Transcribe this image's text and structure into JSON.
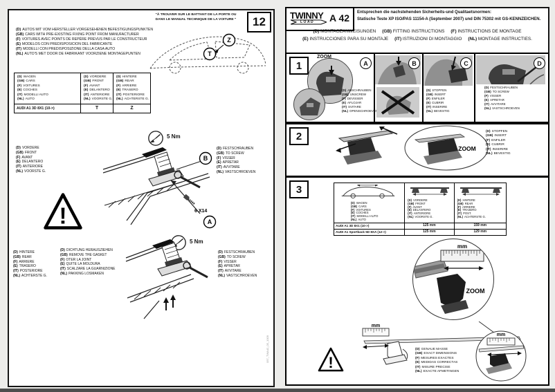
{
  "left_page": {
    "page_num": "12",
    "note": [
      "\"À TROUVER SUR LE BATTANT DE LA PORTE OU",
      "DANS LE MANUAL TECHNIQUE DE LA VOITURE \""
    ],
    "fixing_points": [
      {
        "l": "(D)",
        "t": "AUTOS MIT VOM HERSTELLER VORGESEHENEN BEFESTIGUNGSPUNKTEN"
      },
      {
        "l": "(GB)",
        "t": "CARS WITH PRE-EXISTING FIXING POINT FROM MANUFACTURER"
      },
      {
        "l": "(F)",
        "t": "VOITURES AVEC POINTS DE REPÈRE PREVUS PAR LE CONSTRUCTEUR"
      },
      {
        "l": "(E)",
        "t": "MODELOS CON PREDISPOSICION DEL FABRICANTE"
      },
      {
        "l": "(IT)",
        "t": "MODELLI CON PREDISPOSIZIONE DELLA CASA AUTO"
      },
      {
        "l": "(NL)",
        "t": "AUTO'S MET DOOR DE FABRIKANT VOORZIENE MONTAGEPUNTEN"
      }
    ],
    "marker_z": "Z",
    "marker_t": "T",
    "marker_a": "A",
    "marker_b": "B",
    "table": {
      "cars": [
        {
          "l": "(D)",
          "t": "WAGEN"
        },
        {
          "l": "(GB)",
          "t": "CARS"
        },
        {
          "l": "(F)",
          "t": "VOITURES"
        },
        {
          "l": "(E)",
          "t": "COCHES"
        },
        {
          "l": "(IT)",
          "t": "MODELLI AUTO"
        },
        {
          "l": "(NL)",
          "t": "AUTO"
        }
      ],
      "front": [
        {
          "l": "(D)",
          "t": "VORDERE"
        },
        {
          "l": "(GB)",
          "t": "FRONT"
        },
        {
          "l": "(F)",
          "t": "AVANT"
        },
        {
          "l": "(E)",
          "t": "DELANTERO"
        },
        {
          "l": "(IT)",
          "t": "ANTERIORE"
        },
        {
          "l": "(NL)",
          "t": "VOORSTE G."
        }
      ],
      "rear": [
        {
          "l": "(D)",
          "t": "HINTERE"
        },
        {
          "l": "(GB)",
          "t": "REAR"
        },
        {
          "l": "(F)",
          "t": "ARRIERE"
        },
        {
          "l": "(E)",
          "t": "TRASERO"
        },
        {
          "l": "(IT)",
          "t": "POSTERIORE"
        },
        {
          "l": "(NL)",
          "t": "ACHTERSTE G."
        }
      ],
      "row_model": "AUDI A1 3D 8X1  (10->)",
      "row_front": "T",
      "row_rear": "Z"
    },
    "front_label": [
      {
        "l": "(D)",
        "t": "VORDERE"
      },
      {
        "l": "(GB)",
        "t": "FRONT"
      },
      {
        "l": "(F)",
        "t": "AVANT"
      },
      {
        "l": "(E)",
        "t": "DELANTERO"
      },
      {
        "l": "(IT)",
        "t": "ANTERIORE"
      },
      {
        "l": "(NL)",
        "t": "VOORSTE G."
      }
    ],
    "torque": "5 Nm",
    "screw_size": "6 X14",
    "screw_front": [
      {
        "l": "(D)",
        "t": "FESTSCHRAUBEN"
      },
      {
        "l": "(GB)",
        "t": "TO SCREW"
      },
      {
        "l": "(F)",
        "t": "VISSER"
      },
      {
        "l": "(E)",
        "t": "APRETAR"
      },
      {
        "l": "(IT)",
        "t": "AVVITARE"
      },
      {
        "l": "(NL)",
        "t": "VASTSCHROEVEN"
      }
    ],
    "rear_label": [
      {
        "l": "(D)",
        "t": "HINTERE"
      },
      {
        "l": "(GB)",
        "t": "REAR"
      },
      {
        "l": "(F)",
        "t": "ARRIERE"
      },
      {
        "l": "(E)",
        "t": "TRASERO"
      },
      {
        "l": "(IT)",
        "t": "POSTERIORE"
      },
      {
        "l": "(NL)",
        "t": "ACHTERSTE G."
      }
    ],
    "gasket": [
      {
        "l": "(D)",
        "t": "DICHTUNG HERAUSZIEHEN"
      },
      {
        "l": "(GB)",
        "t": "REMOVE THE GASKET"
      },
      {
        "l": "(F)",
        "t": "OTER LA JOINT"
      },
      {
        "l": "(E)",
        "t": "QUITE LA MOLDURA"
      },
      {
        "l": "(IT)",
        "t": "SCALZARE LA GUARNIZIONE"
      },
      {
        "l": "(NL)",
        "t": "PAKKING LOSMAKEN"
      }
    ],
    "screw_rear": [
      {
        "l": "(D)",
        "t": "FESTSCHRAUBEN"
      },
      {
        "l": "(GB)",
        "t": "TO SCREW"
      },
      {
        "l": "(F)",
        "t": "VISSER"
      },
      {
        "l": "(E)",
        "t": "APRETAR"
      },
      {
        "l": "(IT)",
        "t": "AVVITARE"
      },
      {
        "l": "(NL)",
        "t": "VASTSCHROEVEN"
      }
    ],
    "warning": "!",
    "doc_code": "057_TWA42_05_1009"
  },
  "right_page": {
    "brand": "TWINNY",
    "brand_sub": "LOAD",
    "model": "A 42",
    "standards": [
      "Entsprechen die nachstehenden Sicherheits-und Qualitaetsnormen:",
      "Statische Teste XP ISO/PAS 11154-A (September 2007) und DIN 75302 mit GS-KENNZEICHEN."
    ],
    "instr1": [
      {
        "l": "(D)",
        "t": "MONTAGEANWEISUNGEN"
      },
      {
        "l": "(GB)",
        "t": "FITTING INSTRUCTIONS"
      },
      {
        "l": "(F)",
        "t": "INSTRUCTIONS DE MONTAGE"
      }
    ],
    "instr2": [
      {
        "l": "(E)",
        "t": "INSTRUCCIONES PARA SU MONTAJE"
      },
      {
        "l": "(IT)",
        "t": "ISTRUZIONI DI MONTAGGIO"
      },
      {
        "l": "(NL)",
        "t": "MONTAGE INSTRUCTIES."
      }
    ],
    "step1": {
      "num": "1",
      "zoom": "ZOOM",
      "letter_a": "A",
      "letter_b": "B",
      "letter_c": "C",
      "letter_d": "D",
      "list_a": [
        {
          "l": "(D)",
          "t": "ABSCHRAUBEN"
        },
        {
          "l": "(GB)",
          "t": "UNSCREW"
        },
        {
          "l": "(F)",
          "t": "DEVISSER"
        },
        {
          "l": "(E)",
          "t": "AFLOJAR"
        },
        {
          "l": "(IT)",
          "t": "SVITARE"
        },
        {
          "l": "(NL)",
          "t": "OPENSCHROEVEN"
        }
      ],
      "list_c": [
        {
          "l": "(D)",
          "t": "STOPFEN"
        },
        {
          "l": "(GB)",
          "t": "INSERT"
        },
        {
          "l": "(F)",
          "t": "ENFILER"
        },
        {
          "l": "(E)",
          "t": "CUBRIR"
        },
        {
          "l": "(IT)",
          "t": "INSERIRE"
        },
        {
          "l": "(NL)",
          "t": "BEVESTIG"
        }
      ],
      "list_d": [
        {
          "l": "(D)",
          "t": "FESTSCHRAUBEN"
        },
        {
          "l": "(GB)",
          "t": "TO SCREW"
        },
        {
          "l": "(F)",
          "t": "VISSER"
        },
        {
          "l": "(E)",
          "t": "APRETAR"
        },
        {
          "l": "(IT)",
          "t": "AVVITARE"
        },
        {
          "l": "(NL)",
          "t": "VASTSCHROEVEN"
        }
      ]
    },
    "step2": {
      "num": "2",
      "zoom": "ZOOM",
      "list": [
        {
          "l": "(D)",
          "t": "STOPFEN"
        },
        {
          "l": "(GB)",
          "t": "INSERT"
        },
        {
          "l": "(F)",
          "t": "ENFILER"
        },
        {
          "l": "(E)",
          "t": "CUBRIR"
        },
        {
          "l": "(IT)",
          "t": "INSERIRE"
        },
        {
          "l": "(NL)",
          "t": "BEVESTIG"
        }
      ]
    },
    "step3": {
      "num": "3",
      "zoom": "ZOOM",
      "unit": "mm",
      "warning": "!",
      "table": {
        "cars": [
          {
            "l": "(D)",
            "t": "WAGEN"
          },
          {
            "l": "(GB)",
            "t": "CARS"
          },
          {
            "l": "(F)",
            "t": "VOITURES"
          },
          {
            "l": "(E)",
            "t": "COCHES"
          },
          {
            "l": "(IT)",
            "t": "MODELLI AUTO"
          },
          {
            "l": "(NL)",
            "t": "AUTO"
          }
        ],
        "front": [
          {
            "l": "(D)",
            "t": "VORDERE"
          },
          {
            "l": "(GB)",
            "t": "FRONT"
          },
          {
            "l": "(F)",
            "t": "AVANT"
          },
          {
            "l": "(E)",
            "t": "DELANTERO"
          },
          {
            "l": "(IT)",
            "t": "ANTERIORE"
          },
          {
            "l": "(NL)",
            "t": "VOORSTE G."
          }
        ],
        "rear": [
          {
            "l": "(D)",
            "t": "HINTERE"
          },
          {
            "l": "(GB)",
            "t": "REAR"
          },
          {
            "l": "(F)",
            "t": "ARRIERE"
          },
          {
            "l": "(E)",
            "t": "TRASERO"
          },
          {
            "l": "(IT)",
            "t": "POST."
          },
          {
            "l": "(NL)",
            "t": "ACHTERSTE G."
          }
        ],
        "rows": [
          {
            "model": "AUDI A1 3D 8X1  (10->)",
            "front": "125 mm",
            "rear": "159 mm"
          },
          {
            "model": "AUDI A1 Sportback 5D 8XA  (12->)",
            "front": "125 mm",
            "rear": "129 mm"
          }
        ]
      },
      "dims": [
        {
          "l": "(D)",
          "t": "GENAUE MASSE"
        },
        {
          "l": "(GB)",
          "t": "EXACT DIMENSIONS"
        },
        {
          "l": "(F)",
          "t": "MESURES EXACTES"
        },
        {
          "l": "(E)",
          "t": "MEDIDAS CORRECTAS"
        },
        {
          "l": "(IT)",
          "t": "MISURE PRECISE"
        },
        {
          "l": "(NL)",
          "t": "EXACTE AFMETINGEN"
        }
      ]
    }
  }
}
